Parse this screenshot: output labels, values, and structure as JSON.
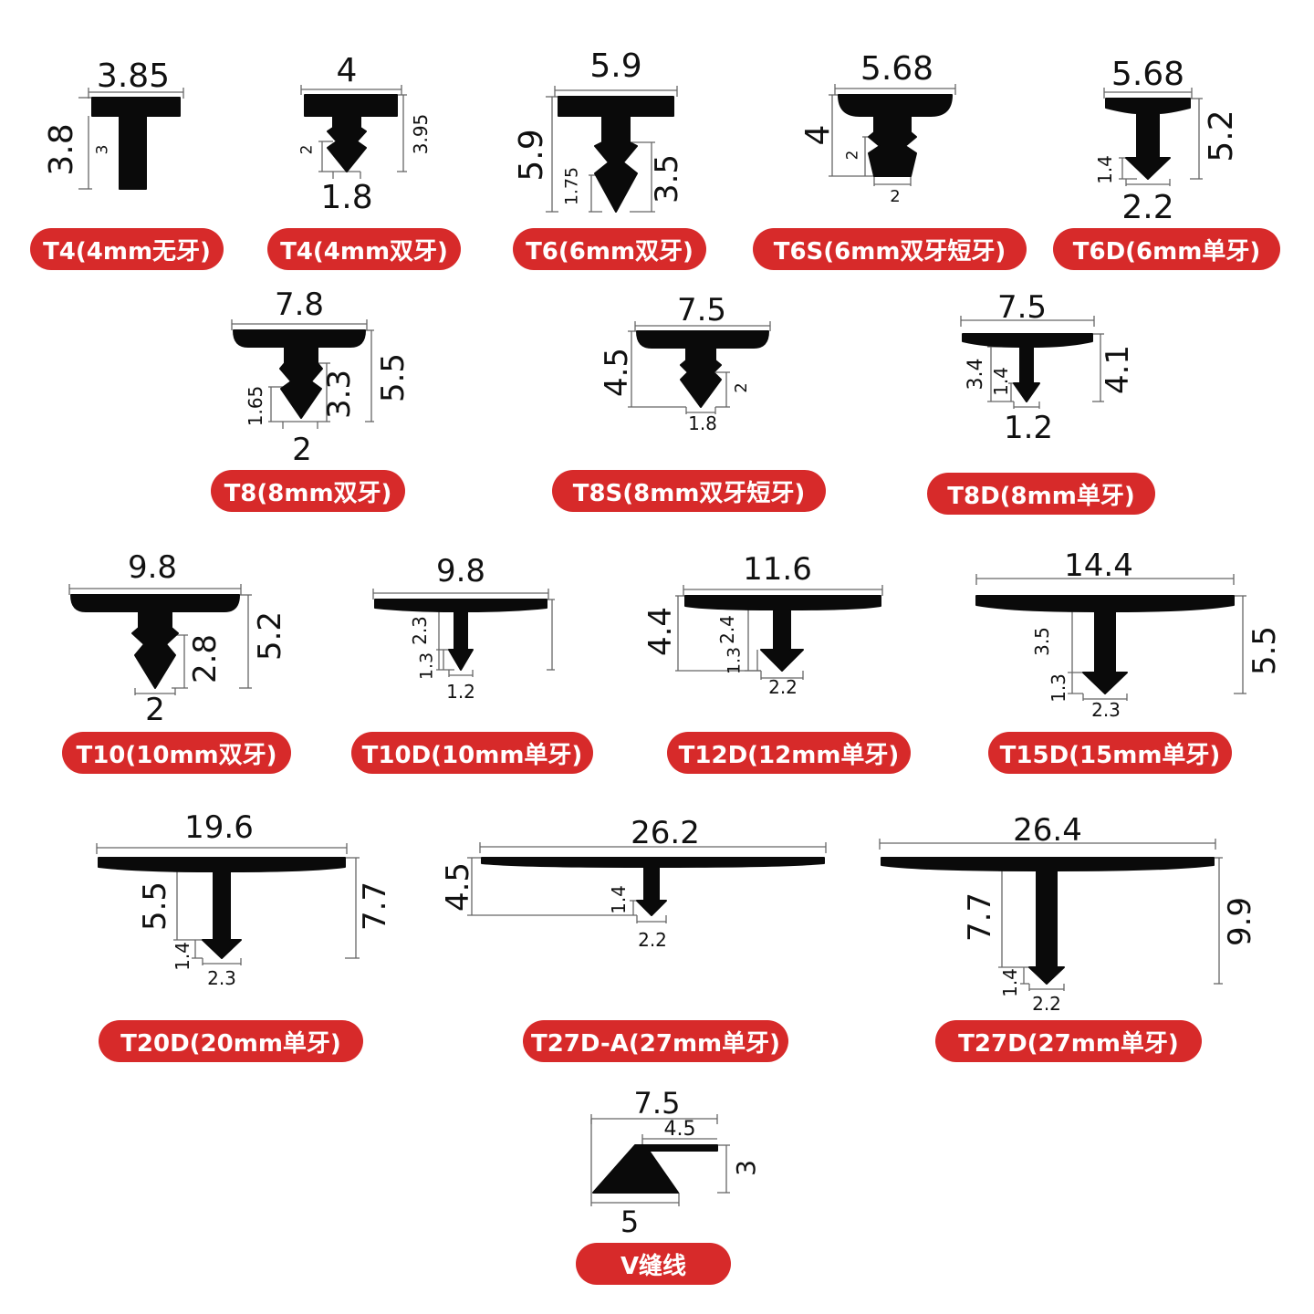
{
  "colors": {
    "profile": "#0a0a0a",
    "label_bg": "#d72a2a",
    "label_text": "#ffffff",
    "dim_line": "#666666"
  },
  "profiles": [
    {
      "id": "p1",
      "label": "T4(4mm无牙)",
      "dims": [
        "3.85",
        "3.8",
        "3"
      ]
    },
    {
      "id": "p2",
      "label": "T4(4mm双牙)",
      "dims": [
        "4",
        "2",
        "1.8",
        "3.95"
      ]
    },
    {
      "id": "p3",
      "label": "T6(6mm双牙)",
      "dims": [
        "5.9",
        "5.9",
        "1.75",
        "3.5"
      ]
    },
    {
      "id": "p4",
      "label": "T6S(6mm双牙短牙)",
      "dims": [
        "5.68",
        "4",
        "2",
        "2"
      ]
    },
    {
      "id": "p5",
      "label": "T6D(6mm单牙)",
      "dims": [
        "5.68",
        "1.4",
        "2.2",
        "5.2"
      ]
    },
    {
      "id": "p6",
      "label": "T8(8mm双牙)",
      "dims": [
        "7.8",
        "1.65",
        "3.3",
        "5.5",
        "2"
      ]
    },
    {
      "id": "p7",
      "label": "T8S(8mm双牙短牙)",
      "dims": [
        "7.5",
        "4.5",
        "2",
        "1.8"
      ]
    },
    {
      "id": "p8",
      "label": "T8D(8mm单牙)",
      "dims": [
        "7.5",
        "3.4",
        "1.4",
        "1.2",
        "4.1"
      ]
    },
    {
      "id": "p9",
      "label": "T10(10mm双牙)",
      "dims": [
        "9.8",
        "2.8",
        "5.2",
        "2"
      ]
    },
    {
      "id": "p10",
      "label": "T10D(10mm单牙)",
      "dims": [
        "9.8",
        "2.3",
        "1.3",
        "1.2"
      ]
    },
    {
      "id": "p11",
      "label": "T12D(12mm单牙)",
      "dims": [
        "11.6",
        "4.4",
        "2.4",
        "1.3",
        "2.2"
      ]
    },
    {
      "id": "p12",
      "label": "T15D(15mm单牙)",
      "dims": [
        "14.4",
        "3.5",
        "1.3",
        "2.3",
        "5.5"
      ]
    },
    {
      "id": "p13",
      "label": "T20D(20mm单牙)",
      "dims": [
        "19.6",
        "5.5",
        "1.4",
        "2.3",
        "7.7"
      ]
    },
    {
      "id": "p14",
      "label": "T27D-A(27mm单牙)",
      "dims": [
        "26.2",
        "4.5",
        "1.4",
        "2.2"
      ]
    },
    {
      "id": "p15",
      "label": "T27D(27mm单牙)",
      "dims": [
        "26.4",
        "7.7",
        "1.4",
        "2.2",
        "9.9"
      ]
    },
    {
      "id": "p16",
      "label": "V缝线",
      "dims": [
        "7.5",
        "4.5",
        "3",
        "5"
      ]
    }
  ]
}
